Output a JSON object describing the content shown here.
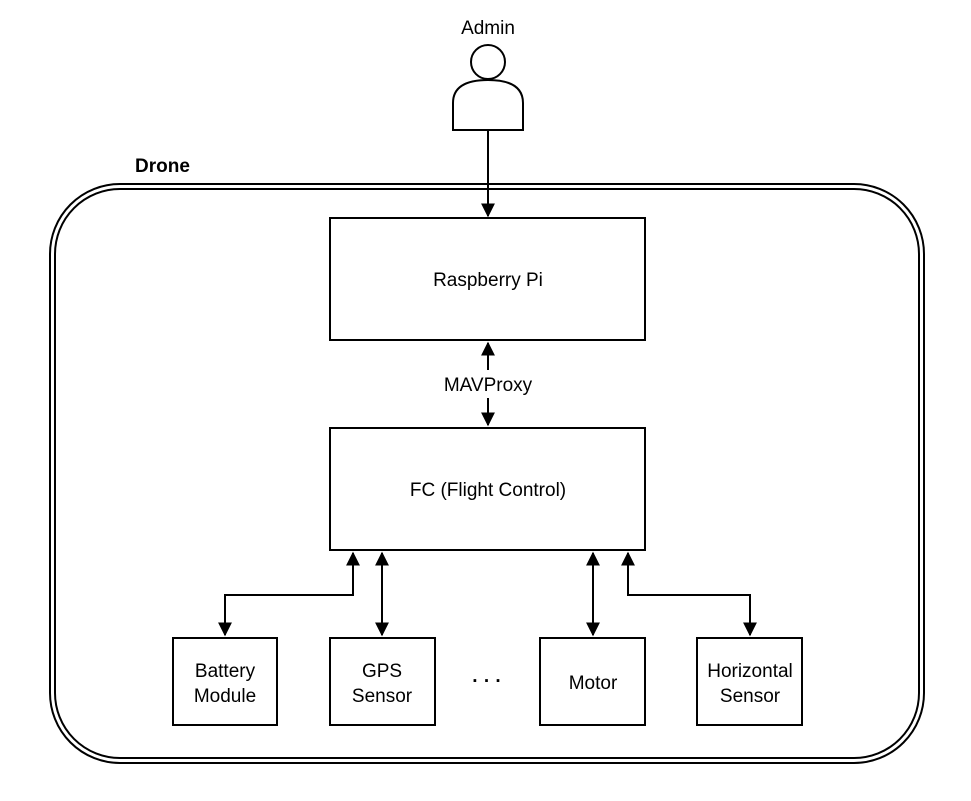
{
  "actor": {
    "label": "Admin"
  },
  "container": {
    "title": "Drone"
  },
  "nodes": {
    "raspberry_pi": "Raspberry Pi",
    "flight_control": "FC (Flight Control)",
    "battery_line1": "Battery",
    "battery_line2": "Module",
    "gps_line1": "GPS",
    "gps_line2": "Sensor",
    "ellipsis": "· · ·",
    "motor": "Motor",
    "horizontal_line1": "Horizontal",
    "horizontal_line2": "Sensor"
  },
  "edges": {
    "pi_fc_label": "MAVProxy"
  }
}
